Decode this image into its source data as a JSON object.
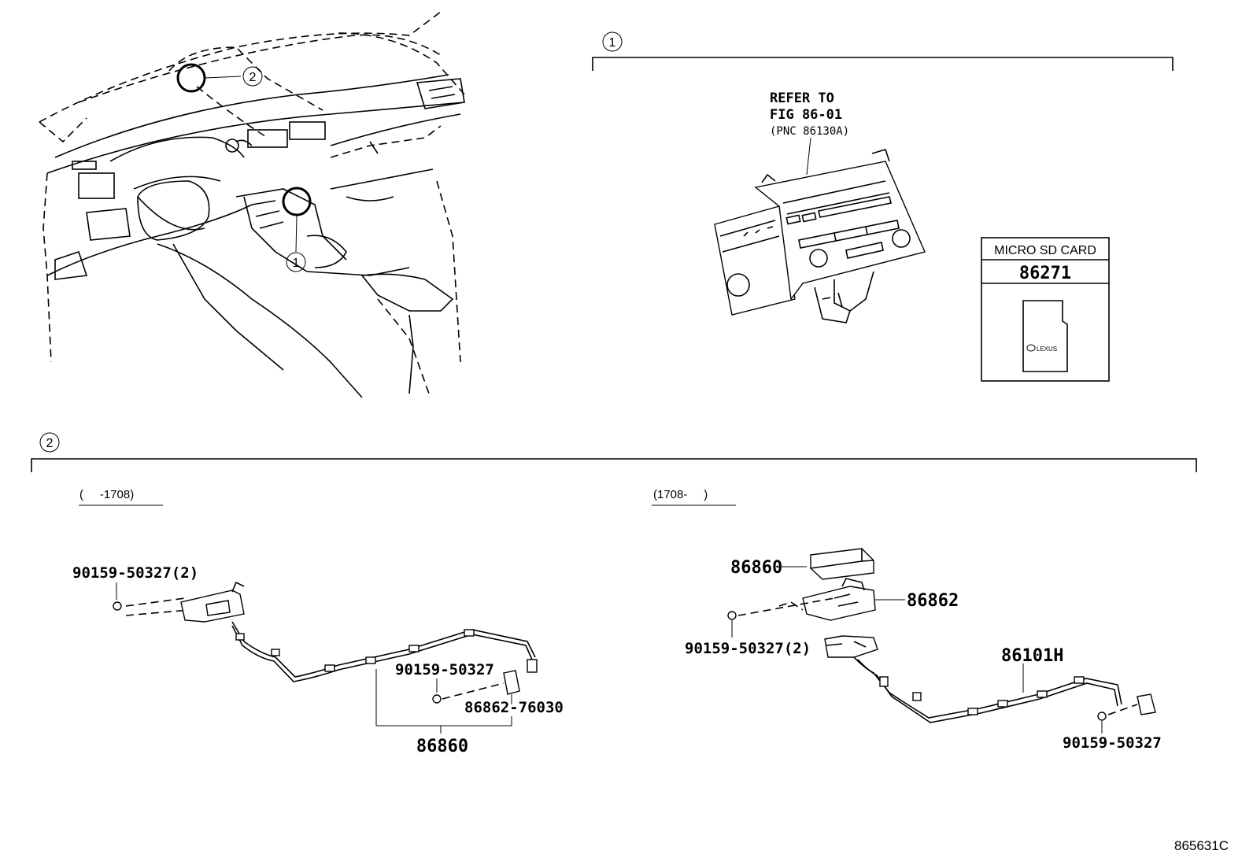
{
  "markers": {
    "one": "1",
    "two": "2"
  },
  "section1": {
    "refer": {
      "line1": "REFER TO",
      "line2": "FIG 86-01",
      "line3": "(PNC 86130A)"
    },
    "microsd": {
      "title": "MICRO SD CARD",
      "part": "86271",
      "logo": "LEXUS"
    }
  },
  "section2": {
    "left": {
      "range": "(     -1708)",
      "bolt_top": "90159-50327(2)",
      "bolt_mid": "90159-50327",
      "bracket": "86862-76030",
      "assembly": "86860"
    },
    "right": {
      "range": "(1708-     )",
      "unit": "86860",
      "bracket": "86862",
      "bolt_left": "90159-50327(2)",
      "harness": "86101H",
      "bolt_right": "90159-50327"
    }
  },
  "footer": {
    "figure_code": "865631C"
  }
}
